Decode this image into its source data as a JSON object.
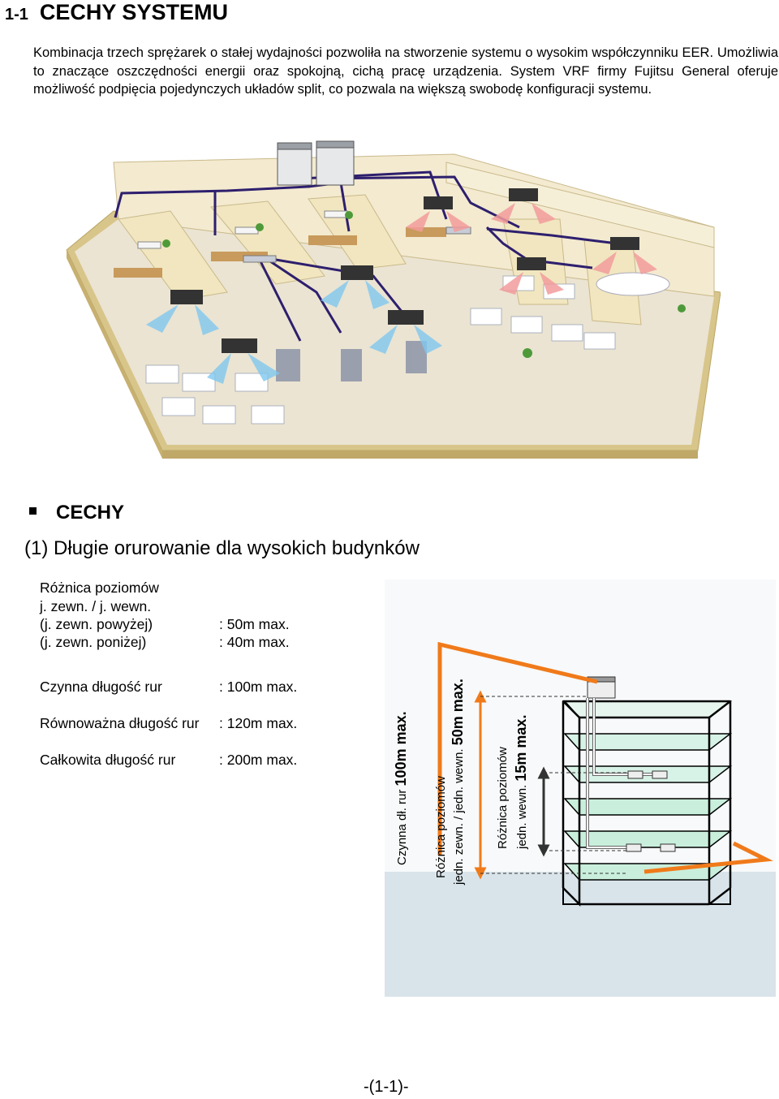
{
  "section": {
    "number": "1-1",
    "title": "CECHY SYSTEMU"
  },
  "intro": "Kombinacja trzech sprężarek o stałej wydajności pozwoliła na stworzenie systemu o wysokim współczynniku EER. Umożliwia to znaczące oszczędności energii oraz spokojną, cichą pracę urządzenia. System VRF firmy Fujitsu General oferuje możliwość podpięcia pojedynczych układów split, co pozwala na większą swobodę konfiguracji systemu.",
  "features": {
    "title": "CECHY",
    "subtitle": "(1) Długie orurowanie dla wysokich budynków"
  },
  "specs": {
    "level_diff_label": "Różnica poziomów",
    "level_diff_sub": "j. zewn. / j. wewn.",
    "above_label": "(j. zewn. powyżej)",
    "above_value": ": 50m max.",
    "below_label": "(j. zewn. poniżej)",
    "below_value": ": 40m max.",
    "active_label": "Czynna długość rur",
    "active_value": ": 100m max.",
    "equiv_label": "Równoważna długość rur",
    "equiv_value": ": 120m max.",
    "total_label": "Całkowita długość rur",
    "total_value": ": 200m max."
  },
  "diagram": {
    "pipe_prefix": "Czynna dł. rur ",
    "pipe_value": "100m max.",
    "outdoor_line1": "Różnica poziomów",
    "outdoor_line2_prefix": "jedn. zewn. / jedn. wewn. ",
    "outdoor_value": "50m max.",
    "indoor_line1": "Różnica poziomów",
    "indoor_line2_prefix": "jedn. wewn. ",
    "indoor_value": "15m max."
  },
  "colors": {
    "pipe": "#2e1f6e",
    "accent_orange": "#f07a1a",
    "floor_green": "#c9efdc",
    "wall": "#f1e6bf"
  },
  "footer": "-(1-1)-"
}
